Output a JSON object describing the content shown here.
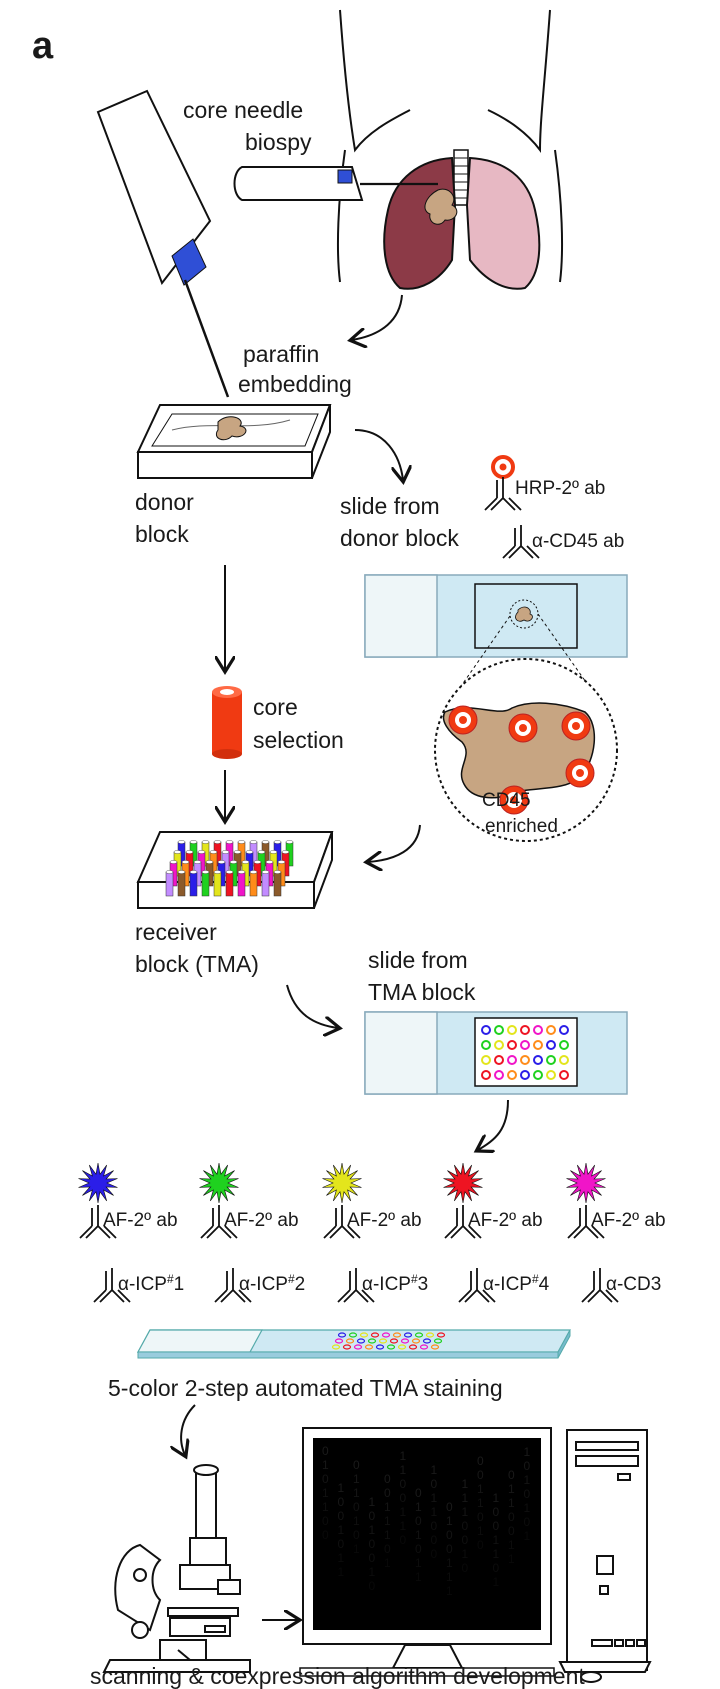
{
  "panel_letter": "a",
  "labels": {
    "biopsy_1": "core needle",
    "biopsy_2": "biospy",
    "paraffin_1": "paraffin",
    "paraffin_2": "embedding",
    "donor_1": "donor",
    "donor_2": "block",
    "slide_donor_1": "slide from",
    "slide_donor_2": "donor block",
    "hrp": "HRP-2º ab",
    "cd45_ab": "α-CD45 ab",
    "core_1": "core",
    "core_2": "selection",
    "cd45_1": "CD45",
    "cd45_2": "enriched",
    "receiver_1": "receiver",
    "receiver_2": "block (TMA)",
    "slide_tma_1": "slide from",
    "slide_tma_2": "TMA block",
    "staining": "5-color 2-step automated TMA staining",
    "scanning": "scanning & coexpression algorithm development"
  },
  "secondary_label": "AF-2º ab",
  "fluor_colors": [
    "#2b1ee8",
    "#1fd11f",
    "#e3e51c",
    "#ee1422",
    "#f015c8"
  ],
  "primary_labels": [
    {
      "base": "α-ICP",
      "sup": "#",
      "num": "1"
    },
    {
      "base": "α-ICP",
      "sup": "#",
      "num": "2"
    },
    {
      "base": "α-ICP",
      "sup": "#",
      "num": "3"
    },
    {
      "base": "α-ICP",
      "sup": "#",
      "num": "4"
    },
    {
      "base": "α-CD3",
      "sup": "",
      "num": ""
    }
  ],
  "code_columns": [
    "0101100",
    "1001011",
    "0110101",
    "1010010",
    "0011101",
    "1100110",
    "0101011",
    "1011000",
    "0100111",
    "1110010",
    "0011010",
    "1001101",
    "0110011",
    "1010101"
  ],
  "colors": {
    "lung_right": "#8c3a47",
    "lung_left": "#e7b8c3",
    "tissue": "#c7a582",
    "core_red": "#f03a12",
    "label_blue": "#2f4fd6",
    "slide_blue": "#cfe9f3"
  }
}
